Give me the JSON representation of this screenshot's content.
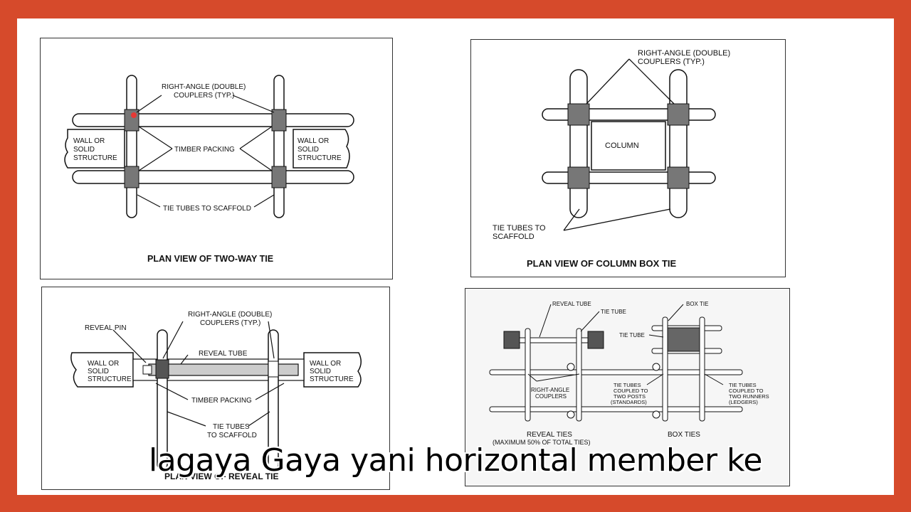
{
  "panels": {
    "two_way": {
      "title": "PLAN VIEW OF TWO-WAY TIE",
      "couplers": "RIGHT-ANGLE (DOUBLE)",
      "couplers2": "COUPLERS (TYP.)",
      "wall_left_1": "WALL OR",
      "wall_left_2": "SOLID",
      "wall_left_3": "STRUCTURE",
      "wall_right_1": "WALL OR",
      "wall_right_2": "SOLID",
      "wall_right_3": "STRUCTURE",
      "timber": "TIMBER PACKING",
      "tie_tubes": "TIE TUBES TO SCAFFOLD"
    },
    "column_box": {
      "title": "PLAN VIEW OF COLUMN BOX TIE",
      "couplers": "RIGHT-ANGLE (DOUBLE)",
      "couplers2": "COUPLERS (TYP.)",
      "column": "COLUMN",
      "tie_tubes_1": "TIE TUBES TO",
      "tie_tubes_2": "SCAFFOLD"
    },
    "reveal": {
      "title": "PLAN VIEW OF REVEAL TIE",
      "reveal_pin": "REVEAL PIN",
      "couplers": "RIGHT-ANGLE (DOUBLE)",
      "couplers2": "COUPLERS (TYP.)",
      "reveal_tube": "REVEAL TUBE",
      "wall_left_1": "WALL OR",
      "wall_left_2": "SOLID",
      "wall_left_3": "STRUCTURE",
      "wall_right_1": "WALL OR",
      "wall_right_2": "SOLID",
      "wall_right_3": "STRUCTURE",
      "timber": "TIMBER PACKING",
      "tie_tubes_1": "TIE TUBES",
      "tie_tubes_2": "TO SCAFFOLD"
    },
    "ties": {
      "reveal_tube": "REVEAL TUBE",
      "tie_tube_top": "TIE TUBE",
      "box_tie": "BOX TIE",
      "tie_tube_mid": "TIE TUBE",
      "ra_couplers_1": "RIGHT-ANGLE",
      "ra_couplers_2": "COUPLERS",
      "posts_1": "TIE TUBES",
      "posts_2": "COUPLED TO",
      "posts_3": "TWO POSTS",
      "posts_4": "(STANDARDS)",
      "runners_1": "TIE TUBES",
      "runners_2": "COUPLED TO",
      "runners_3": "TWO RUNNERS",
      "runners_4": "(LEDGERS)",
      "reveal_ties": "REVEAL TIES",
      "reveal_ties_note": "(MAXIMUM 50% OF TOTAL TIES)",
      "box_ties": "BOX TIES"
    }
  },
  "caption": "lagaya Gaya yani horizontal member ke",
  "colors": {
    "background": "#d64a2b",
    "slide": "#ffffff",
    "ink": "#111111"
  }
}
